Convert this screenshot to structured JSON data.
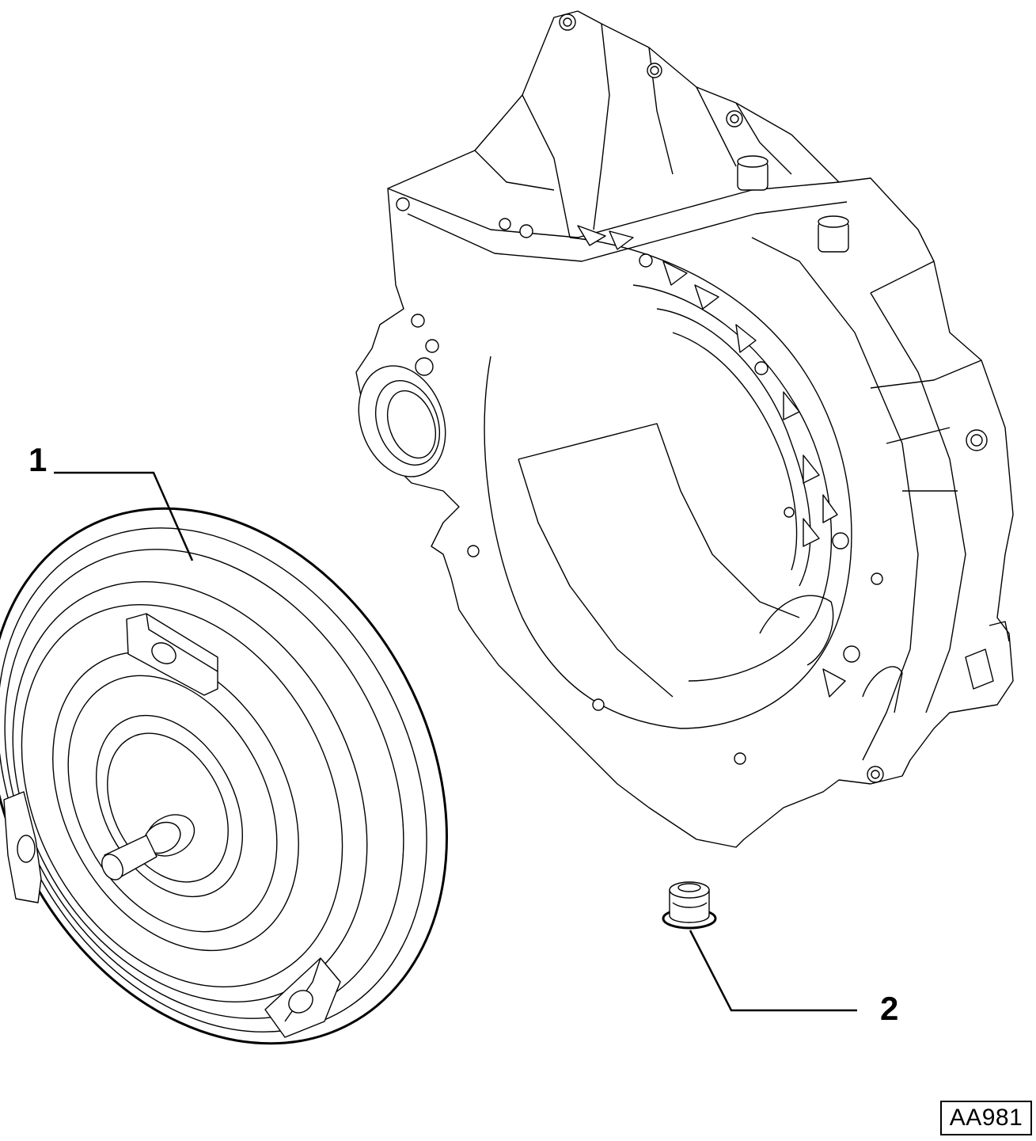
{
  "callouts": [
    {
      "id": "1",
      "label": "1"
    },
    {
      "id": "2",
      "label": "2"
    }
  ],
  "reference_code": "AA981",
  "colors": {
    "line": "#000000",
    "background": "#ffffff"
  }
}
